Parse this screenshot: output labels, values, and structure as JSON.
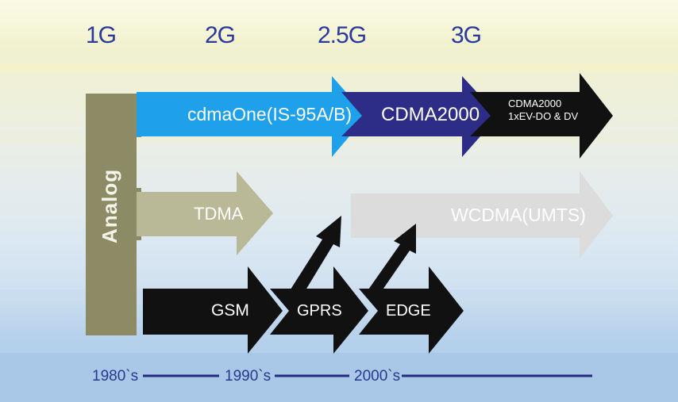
{
  "generations": [
    "1G",
    "2G",
    "2.5G",
    "3G"
  ],
  "labels": {
    "analog": "Analog",
    "cdmaone": "cdmaOne(IS-95A/B)",
    "cdma2000": "CDMA2000",
    "evdo_line1": "CDMA2000",
    "evdo_line2": "1xEV-DO & DV",
    "tdma": "TDMA",
    "wcdma": "WCDMA(UMTS)",
    "gsm": "GSM",
    "gprs": "GPRS",
    "edge": "EDGE"
  },
  "timeline": [
    "1980`s",
    "1990`s",
    "2000`s"
  ],
  "colors": {
    "cdmaone": "#1fa0ea",
    "cdma2000": "#2d2c86",
    "evdo": "#111111",
    "analog": "#8d8b66",
    "tdma": "#b9b897",
    "wcdma": "#dcdcdc",
    "gsm_family": "#111111",
    "heading": "#2a3a9a",
    "timeline": "#252a7e"
  }
}
